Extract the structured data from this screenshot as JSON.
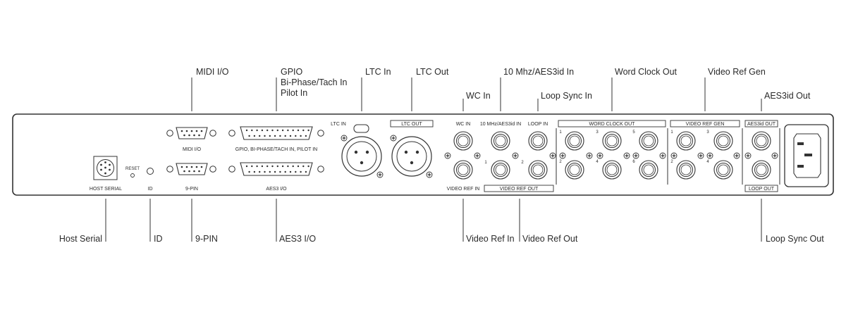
{
  "callouts": {
    "midi_io": "MIDI I/O",
    "gpio_1": "GPIO",
    "gpio_2": "Bi-Phase/Tach In",
    "gpio_3": "Pilot In",
    "ltc_in": "LTC In",
    "ltc_out": "LTC Out",
    "mhz_in": "10 Mhz/AES3id In",
    "word_clock_out": "Word Clock Out",
    "video_ref_gen": "Video Ref Gen",
    "wc_in": "WC In",
    "loop_sync_in": "Loop Sync In",
    "aes3id_out": "AES3id Out",
    "host_serial": "Host Serial",
    "id": "ID",
    "nine_pin": "9-PIN",
    "aes3_io": "AES3 I/O",
    "video_ref_in": "Video Ref In",
    "video_ref_out": "Video Ref Out",
    "loop_sync_out": "Loop Sync Out"
  },
  "panel": {
    "host_serial": "HOST SERIAL",
    "reset": "RESET",
    "id": "ID",
    "midi_io": "MIDI I/O",
    "nine_pin": "9-PIN",
    "gpio": "GPIO, BI-PHASE/TACH IN, PILOT IN",
    "aes3_io": "AES3 I/O",
    "ltc_in": "LTC IN",
    "ltc_out": "LTC OUT",
    "wc_in": "WC IN",
    "mhz_in": "10 MHz/AES3id IN",
    "loop_in": "LOOP IN",
    "word_clock_out": "WORD CLOCK OUT",
    "video_ref_gen": "VIDEO REF GEN",
    "aes3id_out": "AES3id OUT",
    "video_ref_in": "VIDEO REF IN",
    "video_ref_out": "VIDEO REF OUT",
    "loop_out": "LOOP OUT",
    "n1": "1",
    "n2": "2",
    "n3": "3",
    "n4": "4",
    "n5": "5",
    "n6": "6"
  }
}
